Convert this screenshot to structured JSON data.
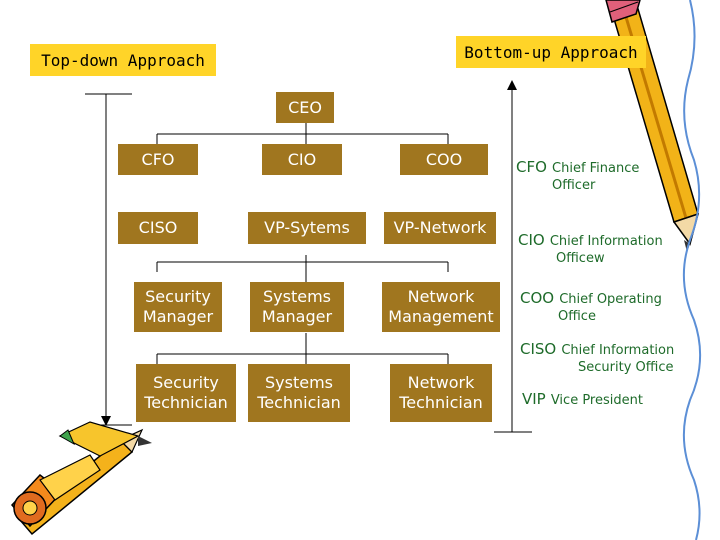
{
  "approaches": {
    "top_down": "Top-down Approach",
    "bottom_up": "Bottom-up Approach"
  },
  "org": {
    "ceo": "CEO",
    "cfo": "CFO",
    "cio": "CIO",
    "coo": "COO",
    "ciso": "CISO",
    "vp_systems": "VP-Sytems",
    "vp_network": "VP-Network",
    "security_manager": "Security Manager",
    "systems_manager": "Systems Manager",
    "network_management": "Network Management",
    "security_technician": "Security Technician",
    "systems_technician": "Systems Technician",
    "network_technician": "Network Technician"
  },
  "legend": [
    {
      "abbr": "CFO",
      "def": "Chief Finance",
      "def2": "Officer"
    },
    {
      "abbr": "CIO",
      "def": "Chief Information",
      "def2": "Officew"
    },
    {
      "abbr": "COO",
      "def": "Chief Operating",
      "def2": "Office"
    },
    {
      "abbr": "CISO",
      "def": "Chief Information",
      "def2": "Security Office"
    },
    {
      "abbr": "VIP",
      "def": "Vice President",
      "def2": ""
    }
  ],
  "colors": {
    "box": "#a0761f",
    "approach_label": "#ffd428",
    "legend_text": "#1e6b2a"
  }
}
